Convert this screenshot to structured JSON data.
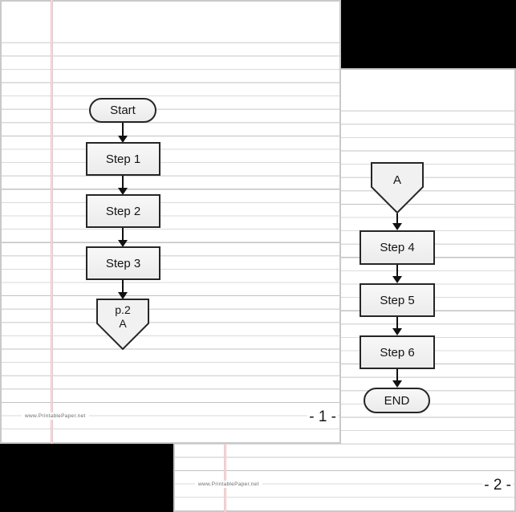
{
  "document": {
    "background_color": "#000000",
    "paper_color": "#ffffff",
    "ruled_line_color": "#dadada",
    "margin_line_color": "#eec2c2",
    "shape_fill": "#f2f2f2",
    "shape_border": "#262626"
  },
  "pages": [
    {
      "title": "page-1",
      "page_number": "- 1 -",
      "footer_url": "www.PrintablePaper.net",
      "flowchart": {
        "start_label": "Start",
        "steps": [
          "Step 1",
          "Step 2",
          "Step 3"
        ],
        "offpage_line1": "p.2",
        "offpage_line2": "A"
      }
    },
    {
      "title": "page-2",
      "page_number": "- 2 -",
      "footer_url": "www.PrintablePaper.net",
      "flowchart": {
        "offpage_label": "A",
        "steps": [
          "Step 4",
          "Step 5",
          "Step 6"
        ],
        "end_label": "END"
      }
    }
  ]
}
